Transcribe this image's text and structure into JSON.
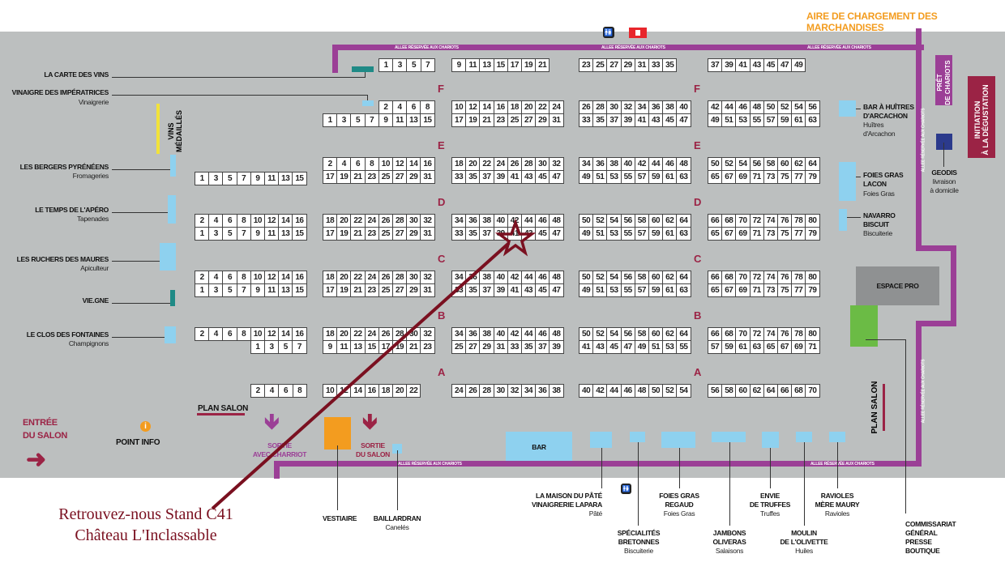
{
  "header": {
    "title": "AIRE DE CHARGEMENT DES MARCHANDISES"
  },
  "aisle_label": "ALLEE RÉSERVÉE AUX CHARIOTS",
  "rows": {
    "F": {
      "label": "F"
    },
    "E": {
      "label": "E"
    },
    "D": {
      "label": "D"
    },
    "C": {
      "label": "C"
    },
    "B": {
      "label": "B"
    },
    "A": {
      "label": "A"
    }
  },
  "stand_blocks": {
    "top_1": [
      [
        "1",
        "3",
        "5",
        "7"
      ]
    ],
    "top_2": [
      [
        "9",
        "11",
        "13",
        "15",
        "17",
        "19",
        "21"
      ]
    ],
    "top_3": [
      [
        "23",
        "25",
        "27",
        "29",
        "31",
        "33",
        "35"
      ]
    ],
    "top_4": [
      [
        "37",
        "39",
        "41",
        "43",
        "45",
        "47",
        "49"
      ]
    ],
    "f_1": [
      [
        "",
        "",
        "",
        "",
        "2",
        "4",
        "6",
        "8"
      ],
      [
        "1",
        "3",
        "5",
        "7",
        "9",
        "11",
        "13",
        "15"
      ]
    ],
    "f_2": [
      [
        "10",
        "12",
        "14",
        "16",
        "18",
        "20",
        "22",
        "24"
      ],
      [
        "17",
        "19",
        "21",
        "23",
        "25",
        "27",
        "29",
        "31"
      ]
    ],
    "f_3": [
      [
        "26",
        "28",
        "30",
        "32",
        "34",
        "36",
        "38",
        "40"
      ],
      [
        "33",
        "35",
        "37",
        "39",
        "41",
        "43",
        "45",
        "47"
      ]
    ],
    "f_4": [
      [
        "42",
        "44",
        "46",
        "48",
        "50",
        "52",
        "54",
        "56"
      ],
      [
        "49",
        "51",
        "53",
        "55",
        "57",
        "59",
        "61",
        "63"
      ]
    ],
    "e_0": [
      [
        "1",
        "3",
        "5",
        "7",
        "9",
        "11",
        "13",
        "15"
      ]
    ],
    "e_1": [
      [
        "2",
        "4",
        "6",
        "8",
        "10",
        "12",
        "14",
        "16"
      ],
      [
        "17",
        "19",
        "21",
        "23",
        "25",
        "27",
        "29",
        "31"
      ]
    ],
    "e_2": [
      [
        "18",
        "20",
        "22",
        "24",
        "26",
        "28",
        "30",
        "32"
      ],
      [
        "33",
        "35",
        "37",
        "39",
        "41",
        "43",
        "45",
        "47"
      ]
    ],
    "e_3": [
      [
        "34",
        "36",
        "38",
        "40",
        "42",
        "44",
        "46",
        "48"
      ],
      [
        "49",
        "51",
        "53",
        "55",
        "57",
        "59",
        "61",
        "63"
      ]
    ],
    "e_4": [
      [
        "50",
        "52",
        "54",
        "56",
        "58",
        "60",
        "62",
        "64"
      ],
      [
        "65",
        "67",
        "69",
        "71",
        "73",
        "75",
        "77",
        "79"
      ]
    ],
    "d_1": [
      [
        "2",
        "4",
        "6",
        "8",
        "10",
        "12",
        "14",
        "16"
      ],
      [
        "1",
        "3",
        "5",
        "7",
        "9",
        "11",
        "13",
        "15"
      ]
    ],
    "d_2": [
      [
        "18",
        "20",
        "22",
        "24",
        "26",
        "28",
        "30",
        "32"
      ],
      [
        "17",
        "19",
        "21",
        "23",
        "25",
        "27",
        "29",
        "31"
      ]
    ],
    "d_3": [
      [
        "34",
        "36",
        "38",
        "40",
        "42",
        "44",
        "46",
        "48"
      ],
      [
        "33",
        "35",
        "37",
        "39",
        "41",
        "43",
        "45",
        "47"
      ]
    ],
    "d_4": [
      [
        "50",
        "52",
        "54",
        "56",
        "58",
        "60",
        "62",
        "64"
      ],
      [
        "49",
        "51",
        "53",
        "55",
        "57",
        "59",
        "61",
        "63"
      ]
    ],
    "d_5": [
      [
        "66",
        "68",
        "70",
        "72",
        "74",
        "76",
        "78",
        "80"
      ],
      [
        "65",
        "67",
        "69",
        "71",
        "73",
        "75",
        "77",
        "79"
      ]
    ],
    "c_1": [
      [
        "2",
        "4",
        "6",
        "8",
        "10",
        "12",
        "14",
        "16"
      ],
      [
        "1",
        "3",
        "5",
        "7",
        "9",
        "11",
        "13",
        "15"
      ]
    ],
    "c_2": [
      [
        "18",
        "20",
        "22",
        "24",
        "26",
        "28",
        "30",
        "32"
      ],
      [
        "17",
        "19",
        "21",
        "23",
        "25",
        "27",
        "29",
        "31"
      ]
    ],
    "c_3": [
      [
        "34",
        "36",
        "38",
        "40",
        "42",
        "44",
        "46",
        "48"
      ],
      [
        "33",
        "35",
        "37",
        "39",
        "41",
        "43",
        "45",
        "47"
      ]
    ],
    "c_4": [
      [
        "50",
        "52",
        "54",
        "56",
        "58",
        "60",
        "62",
        "64"
      ],
      [
        "49",
        "51",
        "53",
        "55",
        "57",
        "59",
        "61",
        "63"
      ]
    ],
    "c_5": [
      [
        "66",
        "68",
        "70",
        "72",
        "74",
        "76",
        "78",
        "80"
      ],
      [
        "65",
        "67",
        "69",
        "71",
        "73",
        "75",
        "77",
        "79"
      ]
    ],
    "b_1": [
      [
        "2",
        "4",
        "6",
        "8",
        "10",
        "12",
        "14",
        "16"
      ],
      [
        "",
        "",
        "",
        "",
        "1",
        "3",
        "5",
        "7"
      ]
    ],
    "b_2": [
      [
        "18",
        "20",
        "22",
        "24",
        "26",
        "28",
        "30",
        "32"
      ],
      [
        "9",
        "11",
        "13",
        "15",
        "17",
        "19",
        "21",
        "23"
      ]
    ],
    "b_3": [
      [
        "34",
        "36",
        "38",
        "40",
        "42",
        "44",
        "46",
        "48"
      ],
      [
        "25",
        "27",
        "29",
        "31",
        "33",
        "35",
        "37",
        "39"
      ]
    ],
    "b_4": [
      [
        "50",
        "52",
        "54",
        "56",
        "58",
        "60",
        "62",
        "64"
      ],
      [
        "41",
        "43",
        "45",
        "47",
        "49",
        "51",
        "53",
        "55"
      ]
    ],
    "b_5": [
      [
        "66",
        "68",
        "70",
        "72",
        "74",
        "76",
        "78",
        "80"
      ],
      [
        "57",
        "59",
        "61",
        "63",
        "65",
        "67",
        "69",
        "71"
      ]
    ],
    "a_1": [
      [
        "2",
        "4",
        "6",
        "8"
      ]
    ],
    "a_2": [
      [
        "10",
        "12",
        "14",
        "16",
        "18",
        "20",
        "22"
      ]
    ],
    "a_3": [
      [
        "24",
        "26",
        "28",
        "30",
        "32",
        "34",
        "36",
        "38"
      ]
    ],
    "a_4": [
      [
        "40",
        "42",
        "44",
        "46",
        "48",
        "50",
        "52",
        "54"
      ]
    ],
    "a_5": [
      [
        "56",
        "58",
        "60",
        "62",
        "64",
        "66",
        "68",
        "70"
      ]
    ]
  },
  "exhibitors_left": [
    {
      "name": "LA CARTE DES VINS",
      "type": ""
    },
    {
      "name": "VINAIGRE DES IMPÉRATRICES",
      "type": "Vinaigrerie"
    },
    {
      "name": "LES BERGERS PYRÉNÉENS",
      "type": "Fromageries"
    },
    {
      "name": "LE TEMPS DE L'APÉRO",
      "type": "Tapenades"
    },
    {
      "name": "LES RUCHERS DES MAURES",
      "type": "Apiculteur"
    },
    {
      "name": "VIE.GNE",
      "type": ""
    },
    {
      "name": "LE CLOS DES FONTAINES",
      "type": "Champignons"
    }
  ],
  "vins_medailles": {
    "line1": "VINS",
    "line2": "MÉDAILLÉS"
  },
  "exhibitors_right": [
    {
      "name1": "BAR À HUÎTRES",
      "name2": "D'ARCACHON",
      "type1": "Huîtres",
      "type2": "d'Arcachon"
    },
    {
      "name1": "FOIES GRAS",
      "name2": "LACON",
      "type1": "Foies Gras",
      "type2": ""
    },
    {
      "name1": "NAVARRO",
      "name2": "BISCUIT",
      "type1": "Biscuiterie",
      "type2": ""
    }
  ],
  "services": {
    "pret_chariots": {
      "line1": "PRÊT",
      "line2": "DE CHARIOTS"
    },
    "initiation": {
      "line1": "INITIATION",
      "line2": "À LA DÉGUSTATION"
    },
    "geodis": {
      "name": "GEODIS",
      "line1": "livraison",
      "line2": "à domicile"
    },
    "espace_pro": "ESPACE PRO",
    "plan_salon": "PLAN SALON",
    "bar": "BAR",
    "entree": {
      "line1": "ENTRÉE",
      "line2": "DU SALON"
    },
    "point_info": "POINT INFO",
    "sortie_chariot": {
      "line1": "SORTIE",
      "line2": "AVEC CHARRIOT"
    },
    "sortie_salon": {
      "line1": "SORTIE",
      "line2": "DU SALON"
    },
    "vestiaire": "VESTIAIRE",
    "baillardran": {
      "name": "BAILLARDRAN",
      "type": "Canelés"
    },
    "commissariat": {
      "l1": "COMMISSARIAT",
      "l2": "GÉNÉRAL",
      "l3": "PRESSE",
      "l4": "BOUTIQUE"
    }
  },
  "exhibitors_bottom": [
    {
      "l1": "LA MAISON DU PÂTÉ",
      "l2": "VINAIGRERIE LAPARA",
      "type": "Pâté"
    },
    {
      "l1": "SPÉCIALITÉS",
      "l2": "BRETONNES",
      "type": "Biscuiterie"
    },
    {
      "l1": "FOIES GRAS",
      "l2": "REGAUD",
      "type": "Foies Gras"
    },
    {
      "l1": "JAMBONS",
      "l2": "OLIVERAS",
      "type": "Salaisons"
    },
    {
      "l1": "ENVIE",
      "l2": "DE TRUFFES",
      "type": "Truffes"
    },
    {
      "l1": "MOULIN",
      "l2": "DE L'OLIVETTE",
      "type": "Huiles"
    },
    {
      "l1": "RAVIOLES",
      "l2": "MÈRE MAURY",
      "type": "Ravioles"
    }
  ],
  "annotation": {
    "line1": "Retrouvez-nous Stand C41",
    "line2": "Château L'Inclassable"
  },
  "icons": {
    "info": "i"
  },
  "colors": {
    "purple_aisle": "#9b3f96",
    "floor": "#bcbfbf",
    "booth_blue": "#8ed1ef",
    "accent_red": "#9b2345",
    "header_orange": "#f39c1f",
    "annotation": "#7a1020"
  }
}
